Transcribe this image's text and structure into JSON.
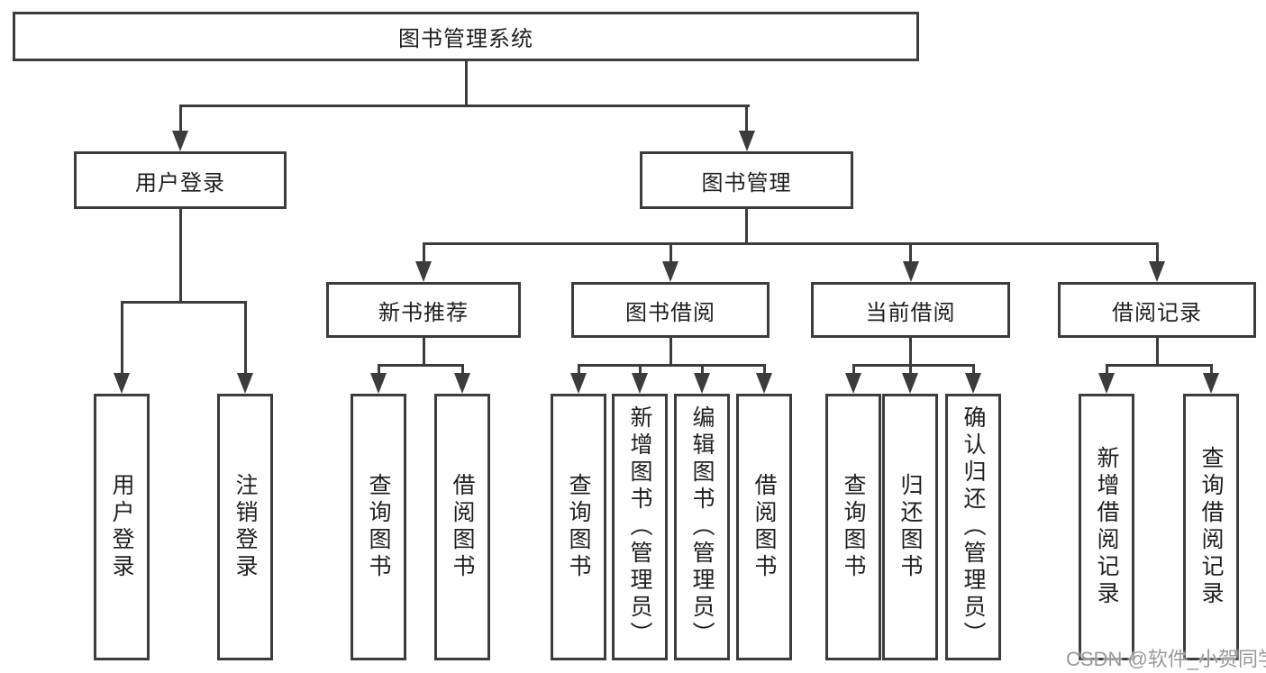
{
  "tree": {
    "label": "图书管理系统",
    "children": [
      {
        "label": "用户登录",
        "children": [
          {
            "label": "用户登录"
          },
          {
            "label": "注销登录"
          }
        ]
      },
      {
        "label": "图书管理",
        "children": [
          {
            "label": "新书推荐",
            "children": [
              {
                "label": "查询图书"
              },
              {
                "label": "借阅图书"
              }
            ]
          },
          {
            "label": "图书借阅",
            "children": [
              {
                "label": "查询图书"
              },
              {
                "label": "新增图书（管理员）"
              },
              {
                "label": "编辑图书（管理员）"
              },
              {
                "label": "借阅图书"
              }
            ]
          },
          {
            "label": "当前借阅",
            "children": [
              {
                "label": "查询图书"
              },
              {
                "label": "归还图书"
              },
              {
                "label": "确认归还（管理员）"
              }
            ]
          },
          {
            "label": "借阅记录",
            "children": [
              {
                "label": "新增借阅记录"
              },
              {
                "label": "查询借阅记录"
              }
            ]
          }
        ]
      }
    ]
  },
  "watermark": {
    "text": "CSDN @软件_小贺同学"
  },
  "colors": {
    "line": "#3c3c3c",
    "box_border": "#3c3c3c",
    "box_background": "#ffffff",
    "text": "#1f1f1f",
    "page_background": "#ffffff",
    "watermark": "#949494"
  }
}
